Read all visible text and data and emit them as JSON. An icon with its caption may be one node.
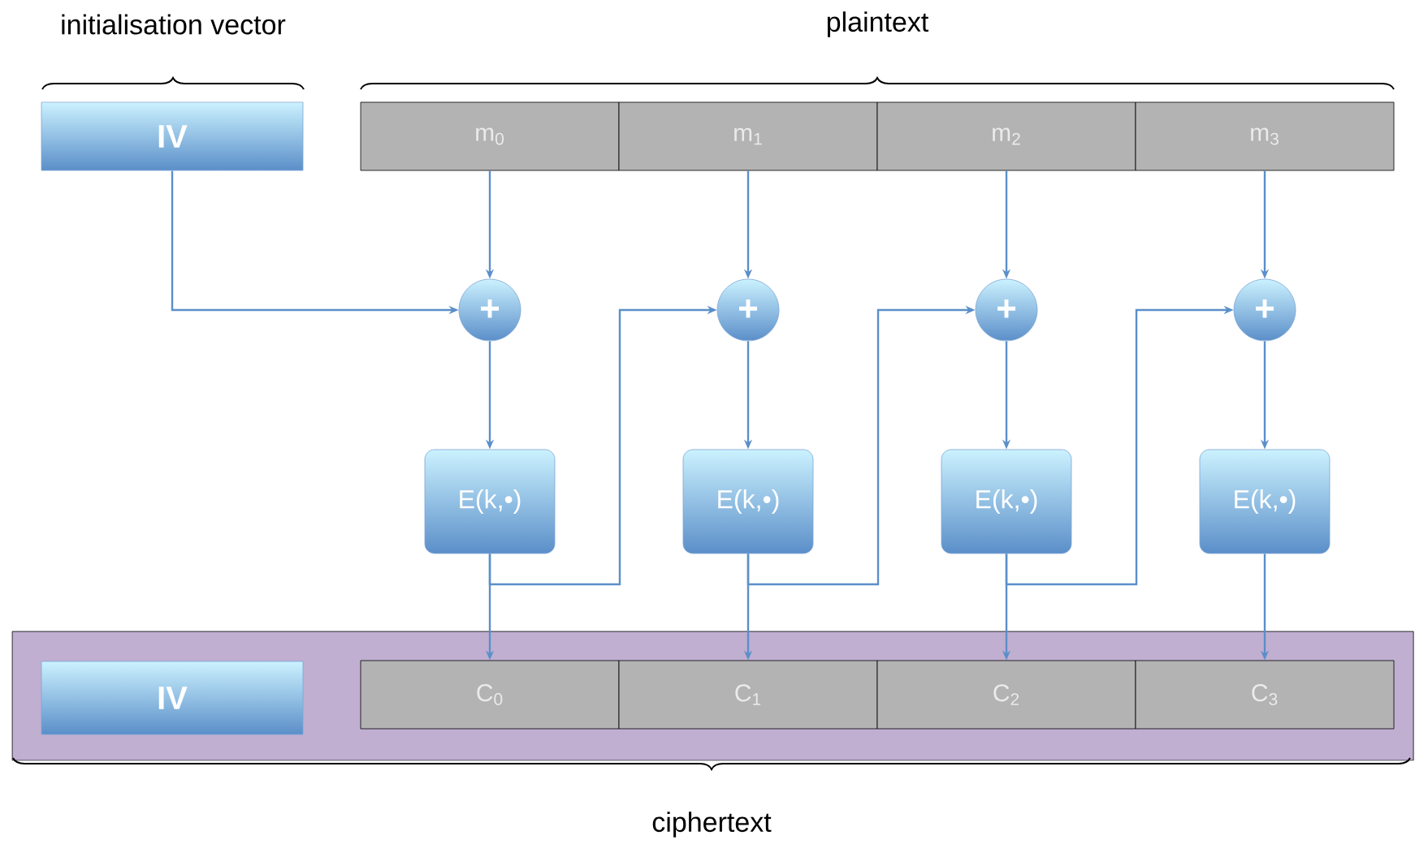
{
  "diagram": {
    "nodes": [
      {
        "text": [
          "IV"
        ]
      },
      {
        "text": [
          "m$_{0}$"
        ]
      },
      {
        "text": [
          "m$_{1}$"
        ]
      },
      {
        "text": [
          "m$_{2}$"
        ]
      },
      {
        "text": [
          "m$_{3}$"
        ]
      },
      {
        "text": [
          "+"
        ]
      },
      {
        "text": [
          "+"
        ]
      },
      {
        "text": [
          "+"
        ]
      },
      {
        "text": [
          "+"
        ]
      },
      {
        "text": [
          "E(k,•)"
        ]
      },
      {
        "text": [
          "E(k,•)"
        ]
      },
      {
        "text": [
          "E(k,•)"
        ]
      },
      {
        "text": [
          "E(k,•)"
        ]
      },
      {
        "text": [],
        "shape": "box"
      },
      {
        "text": [
          "IV"
        ],
        "in": 13
      },
      {
        "text": [
          "C$_{0}$"
        ],
        "in": 13
      },
      {
        "text": [
          "C$_{1}$"
        ],
        "in": 13
      },
      {
        "text": [
          "C$_{2}$"
        ],
        "in": 13
      },
      {
        "text": [
          "C$_{3}$"
        ],
        "in": 13
      }
    ],
    "edges": [
      {
        "from": 0,
        "to": 5,
        "arrow": "to"
      },
      {
        "from": 1,
        "to": 5,
        "arrow": "to"
      },
      {
        "from": 2,
        "to": 6,
        "arrow": "to"
      },
      {
        "from": 3,
        "to": 7,
        "arrow": "to"
      },
      {
        "from": 4,
        "to": 8,
        "arrow": "to"
      },
      {
        "from": 5,
        "to": 9,
        "arrow": "to"
      },
      {
        "from": 6,
        "to": 10,
        "arrow": "to"
      },
      {
        "from": 7,
        "to": 11,
        "arrow": "to"
      },
      {
        "from": 8,
        "to": 12,
        "arrow": "to"
      },
      {
        "from": 9,
        "to": 15,
        "arrow": "to"
      },
      {
        "from": 10,
        "to": 16,
        "arrow": "to"
      },
      {
        "from": 11,
        "to": 17,
        "arrow": "to"
      },
      {
        "from": 12,
        "to": 18,
        "arrow": "to"
      },
      {
        "from": 9,
        "to": 6,
        "arrow": "to"
      },
      {
        "from": 10,
        "to": 7,
        "arrow": "to"
      },
      {
        "from": 11,
        "to": 8,
        "arrow": "to"
      }
    ],
    "labels": [
      "initialisation vector",
      "plaintext",
      "ciphertext"
    ]
  }
}
